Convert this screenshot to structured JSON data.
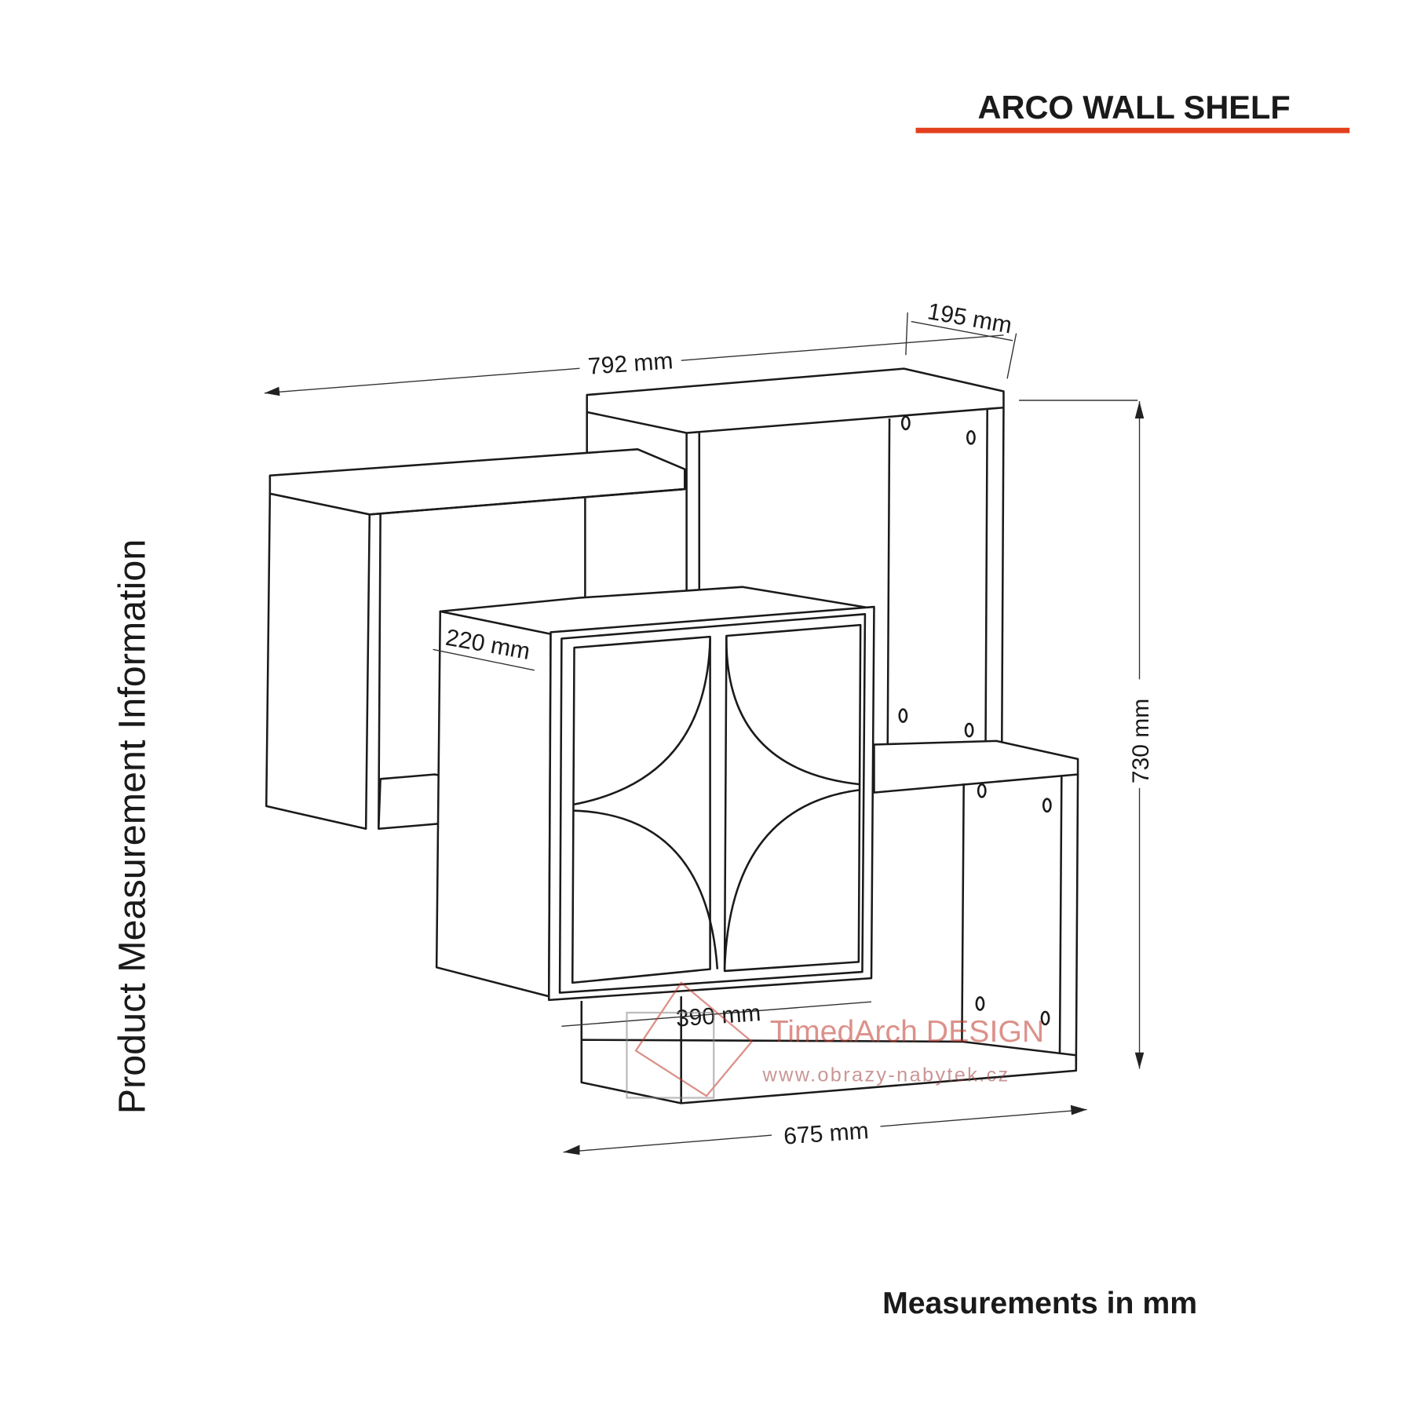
{
  "title": "ARCO WALL SHELF",
  "side_label": "Product Measurement Information",
  "footer": "Measurements in mm",
  "dimensions": {
    "width_top": "792 mm",
    "depth_top": "195 mm",
    "height": "730 mm",
    "depth_mid": "220 mm",
    "door_width": "390 mm",
    "width_bottom": "675 mm"
  },
  "watermark": {
    "brand": "TimedArch DESIGN",
    "url": "www.obrazy-nabytek.cz"
  },
  "colors": {
    "accent": "#e2401c",
    "ink": "#1a1a1a"
  }
}
